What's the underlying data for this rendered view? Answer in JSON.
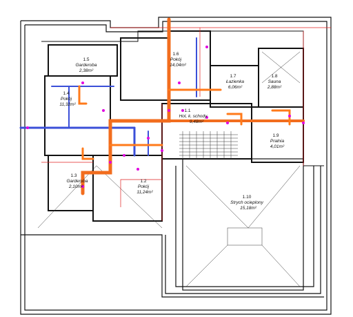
{
  "colors": {
    "wall": "#111111",
    "duct_supply": "#ff7a1a",
    "duct_trunk": "#f26d1e",
    "duct_extract": "#3a4fd8",
    "marker": "#e000e0",
    "grid_red": "#e02020",
    "background": "#ffffff"
  },
  "rooms": [
    {
      "num": "1.5",
      "name": "Garderoba",
      "area": "2,38m²"
    },
    {
      "num": "1.6",
      "name": "Pokój",
      "area": "14,04m²"
    },
    {
      "num": "1.7",
      "name": "Łazienka",
      "area": "6,06m²"
    },
    {
      "num": "1.8",
      "name": "Sauna",
      "area": "2,88m²"
    },
    {
      "num": "1.4",
      "name": "Pokój",
      "area": "11,32m²"
    },
    {
      "num": "1.1",
      "name": "Hol, k. schody",
      "area": "9,48m²"
    },
    {
      "num": "1.9",
      "name": "Pralnia",
      "area": "4,01m²"
    },
    {
      "num": "1.3",
      "name": "Garderoba",
      "area": "2,10m²"
    },
    {
      "num": "1.2",
      "name": "Pokój",
      "area": "11,24m²"
    },
    {
      "num": "1.10",
      "name": "Strych ocieplony",
      "area": "15,18m²"
    }
  ]
}
